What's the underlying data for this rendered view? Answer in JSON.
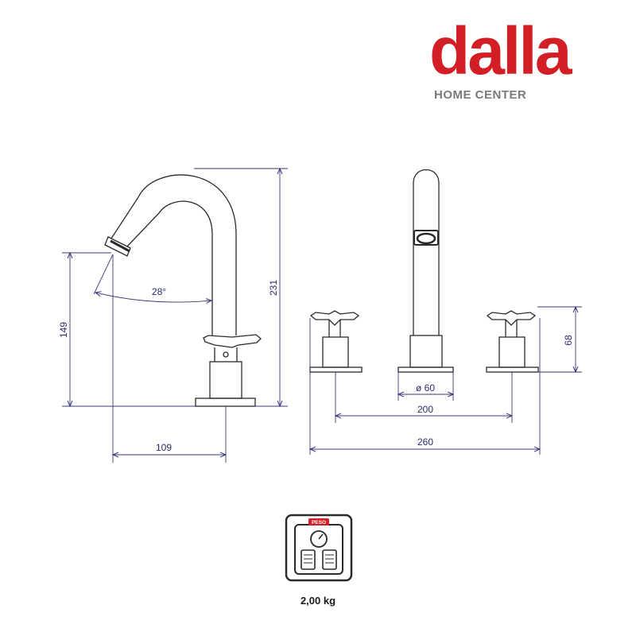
{
  "brand": {
    "name": "dalla",
    "tagline": "HOME CENTER",
    "color": "#d21f26",
    "tagline_color": "#7a7a7a"
  },
  "dimensions": {
    "spout_height": "149",
    "total_height": "231",
    "angle": "28°",
    "reach": "109",
    "handle_height": "68",
    "spout_diameter": "ø 60",
    "center_distance": "200",
    "overall_width": "260"
  },
  "weight": {
    "icon_label": "PESO",
    "value": "2,00 kg"
  },
  "colors": {
    "outline": "#2a2a2a",
    "dimension_line": "#3a3a7a"
  }
}
